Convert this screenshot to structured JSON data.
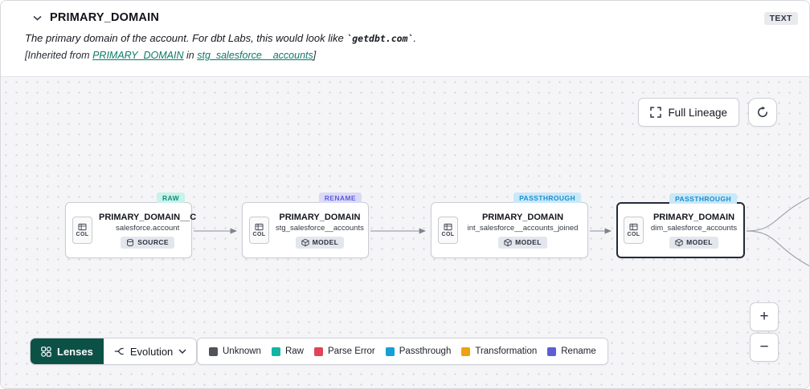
{
  "header": {
    "title": "PRIMARY_DOMAIN",
    "type_badge": "TEXT",
    "description": {
      "prefix": "The primary domain of the account. For dbt Labs, this would look like ",
      "code": "`getdbt.com`",
      "suffix": "."
    },
    "inherited": {
      "prefix": "[Inherited from ",
      "link_column": "PRIMARY_DOMAIN",
      "middle": " in ",
      "link_model": "stg_salesforce__accounts",
      "suffix": "]"
    }
  },
  "canvas": {
    "full_lineage_label": "Full Lineage",
    "zoom_in": "+",
    "zoom_out": "−"
  },
  "nodes": [
    {
      "badge": "RAW",
      "badge_bg": "#c9f2e8",
      "badge_color": "#0e8f7d",
      "col": "COL",
      "title": "PRIMARY_DOMAIN__C",
      "subtitle": "salesforce.account",
      "kind": "SOURCE"
    },
    {
      "badge": "RENAME",
      "badge_bg": "#dcd9f8",
      "badge_color": "#5a5fd6",
      "col": "COL",
      "title": "PRIMARY_DOMAIN",
      "subtitle": "stg_salesforce__accounts",
      "kind": "MODEL"
    },
    {
      "badge": "PASSTHROUGH",
      "badge_bg": "#c9e8f8",
      "badge_color": "#1a8ed0",
      "col": "COL",
      "title": "PRIMARY_DOMAIN",
      "subtitle": "int_salesforce__accounts_joined",
      "kind": "MODEL"
    },
    {
      "badge": "PASSTHROUGH",
      "badge_bg": "#c9e8f8",
      "badge_color": "#1a8ed0",
      "col": "COL",
      "title": "PRIMARY_DOMAIN",
      "subtitle": "dim_salesforce_accounts",
      "kind": "MODEL"
    }
  ],
  "lenses": {
    "button": "Lenses",
    "dropdown_value": "Evolution"
  },
  "legend": {
    "items": [
      {
        "label": "Unknown",
        "color": "#52525d"
      },
      {
        "label": "Raw",
        "color": "#12b5a4"
      },
      {
        "label": "Parse Error",
        "color": "#e04458"
      },
      {
        "label": "Passthrough",
        "color": "#189fd8"
      },
      {
        "label": "Transformation",
        "color": "#eda212"
      },
      {
        "label": "Rename",
        "color": "#5b5fd6"
      }
    ]
  }
}
